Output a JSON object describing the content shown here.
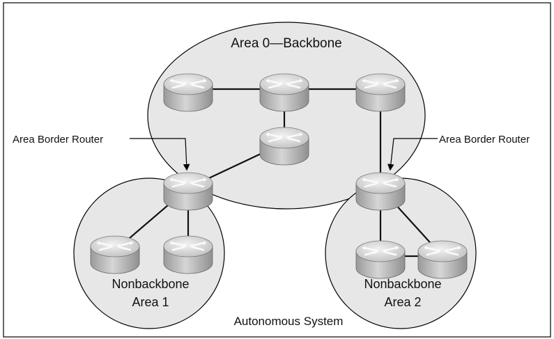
{
  "areas": {
    "backbone_label": "Area 0—Backbone",
    "area1_line1": "Nonbackbone",
    "area1_line2": "Area 1",
    "area2_line1": "Nonbackbone",
    "area2_line2": "Area 2"
  },
  "labels": {
    "abr_left": "Area Border Router",
    "abr_right": "Area Border Router",
    "autonomous_system": "Autonomous System"
  },
  "colors": {
    "area_fill": "#e7e7e7",
    "router_body": "#b9b9b9",
    "router_top": "#d2d2d2",
    "stroke": "#000000"
  },
  "icons": {
    "router": "router-icon"
  }
}
